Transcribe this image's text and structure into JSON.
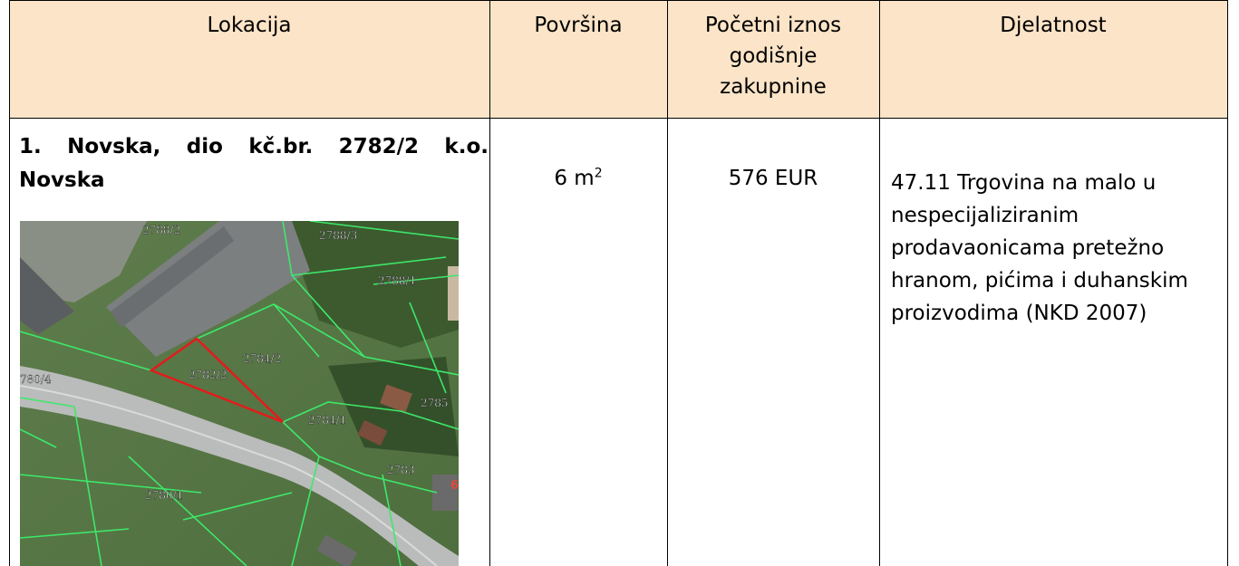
{
  "table": {
    "headers": {
      "lokacija": "Lokacija",
      "povrsina": "Površina",
      "iznos": [
        "Početni iznos",
        "godišnje",
        "zakupnine"
      ],
      "djelatnost": "Djelatnost"
    },
    "row": {
      "lokacija": "1. Novska, dio kč.br. 2782/2 k.o. Novska",
      "povrsina": "6 m",
      "povrsina_sup": "2",
      "iznos": "576 EUR",
      "djelatnost": "47.11 Trgovina na malo u nespecijaliziranim prodavaonicama pretežno hranom, pićima i duhanskim proizvodima (NKD 2007)"
    }
  },
  "map": {
    "parcels": [
      "2788/2",
      "2788/3",
      "2788/1",
      "2784/2",
      "2782/2",
      "780/4",
      "2785",
      "2784/1",
      "2783",
      "2780/1"
    ],
    "edge_label": "6",
    "boundary_color": "#3de86a",
    "highlight_color": "#e41b1b"
  }
}
